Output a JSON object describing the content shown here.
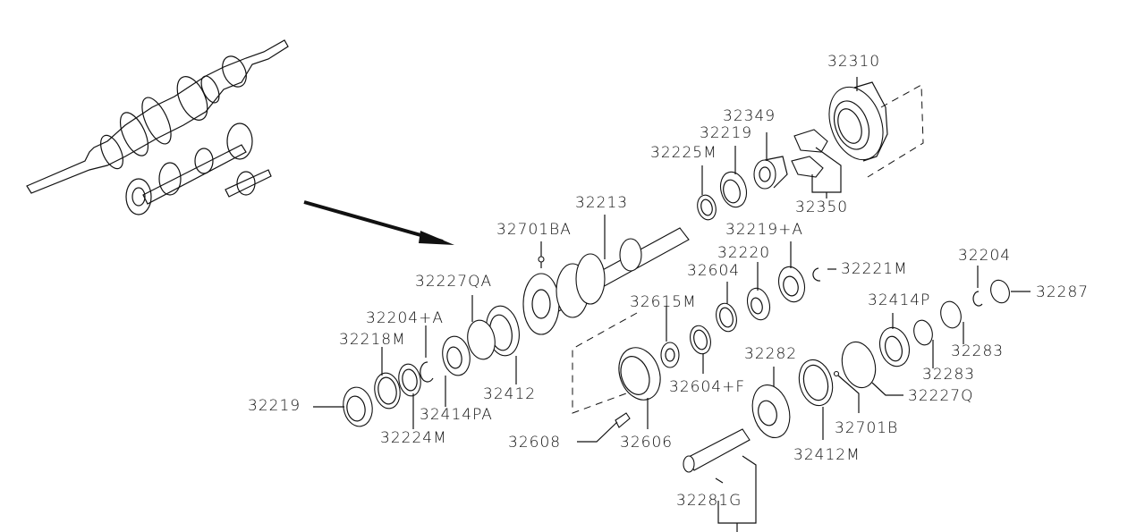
{
  "diagram": {
    "type": "exploded-parts-diagram",
    "subject": "transmission gear shaft assembly",
    "overview_arrow": "arrow-from-overview-to-detail",
    "labels": [
      {
        "id": "32310",
        "text": "32310"
      },
      {
        "id": "32349",
        "text": "32349"
      },
      {
        "id": "32219_upper",
        "text": "32219"
      },
      {
        "id": "32225M",
        "text": "32225M"
      },
      {
        "id": "32350",
        "text": "32350"
      },
      {
        "id": "32213",
        "text": "32213"
      },
      {
        "id": "32701BA",
        "text": "32701BA"
      },
      {
        "id": "32219+A",
        "text": "32219+A"
      },
      {
        "id": "32220",
        "text": "32220"
      },
      {
        "id": "32221M",
        "text": "32221M"
      },
      {
        "id": "32604",
        "text": "32604"
      },
      {
        "id": "32204",
        "text": "32204"
      },
      {
        "id": "32287",
        "text": "32287"
      },
      {
        "id": "32414P",
        "text": "32414P"
      },
      {
        "id": "32283_a",
        "text": "32283"
      },
      {
        "id": "32283_b",
        "text": "32283"
      },
      {
        "id": "32227Q",
        "text": "32227Q"
      },
      {
        "id": "32227QA",
        "text": "32227QA"
      },
      {
        "id": "32204+A",
        "text": "32204+A"
      },
      {
        "id": "32218M",
        "text": "32218M"
      },
      {
        "id": "32219_lower",
        "text": "32219"
      },
      {
        "id": "32414PA",
        "text": "32414PA"
      },
      {
        "id": "32224M",
        "text": "32224M"
      },
      {
        "id": "32412",
        "text": "32412"
      },
      {
        "id": "32615M",
        "text": "32615M"
      },
      {
        "id": "32604+F",
        "text": "32604+F"
      },
      {
        "id": "32606",
        "text": "32606"
      },
      {
        "id": "32608",
        "text": "32608"
      },
      {
        "id": "32282",
        "text": "32282"
      },
      {
        "id": "32412M",
        "text": "32412M"
      },
      {
        "id": "32701B",
        "text": "32701B"
      },
      {
        "id": "32281G",
        "text": "32281G"
      }
    ]
  }
}
